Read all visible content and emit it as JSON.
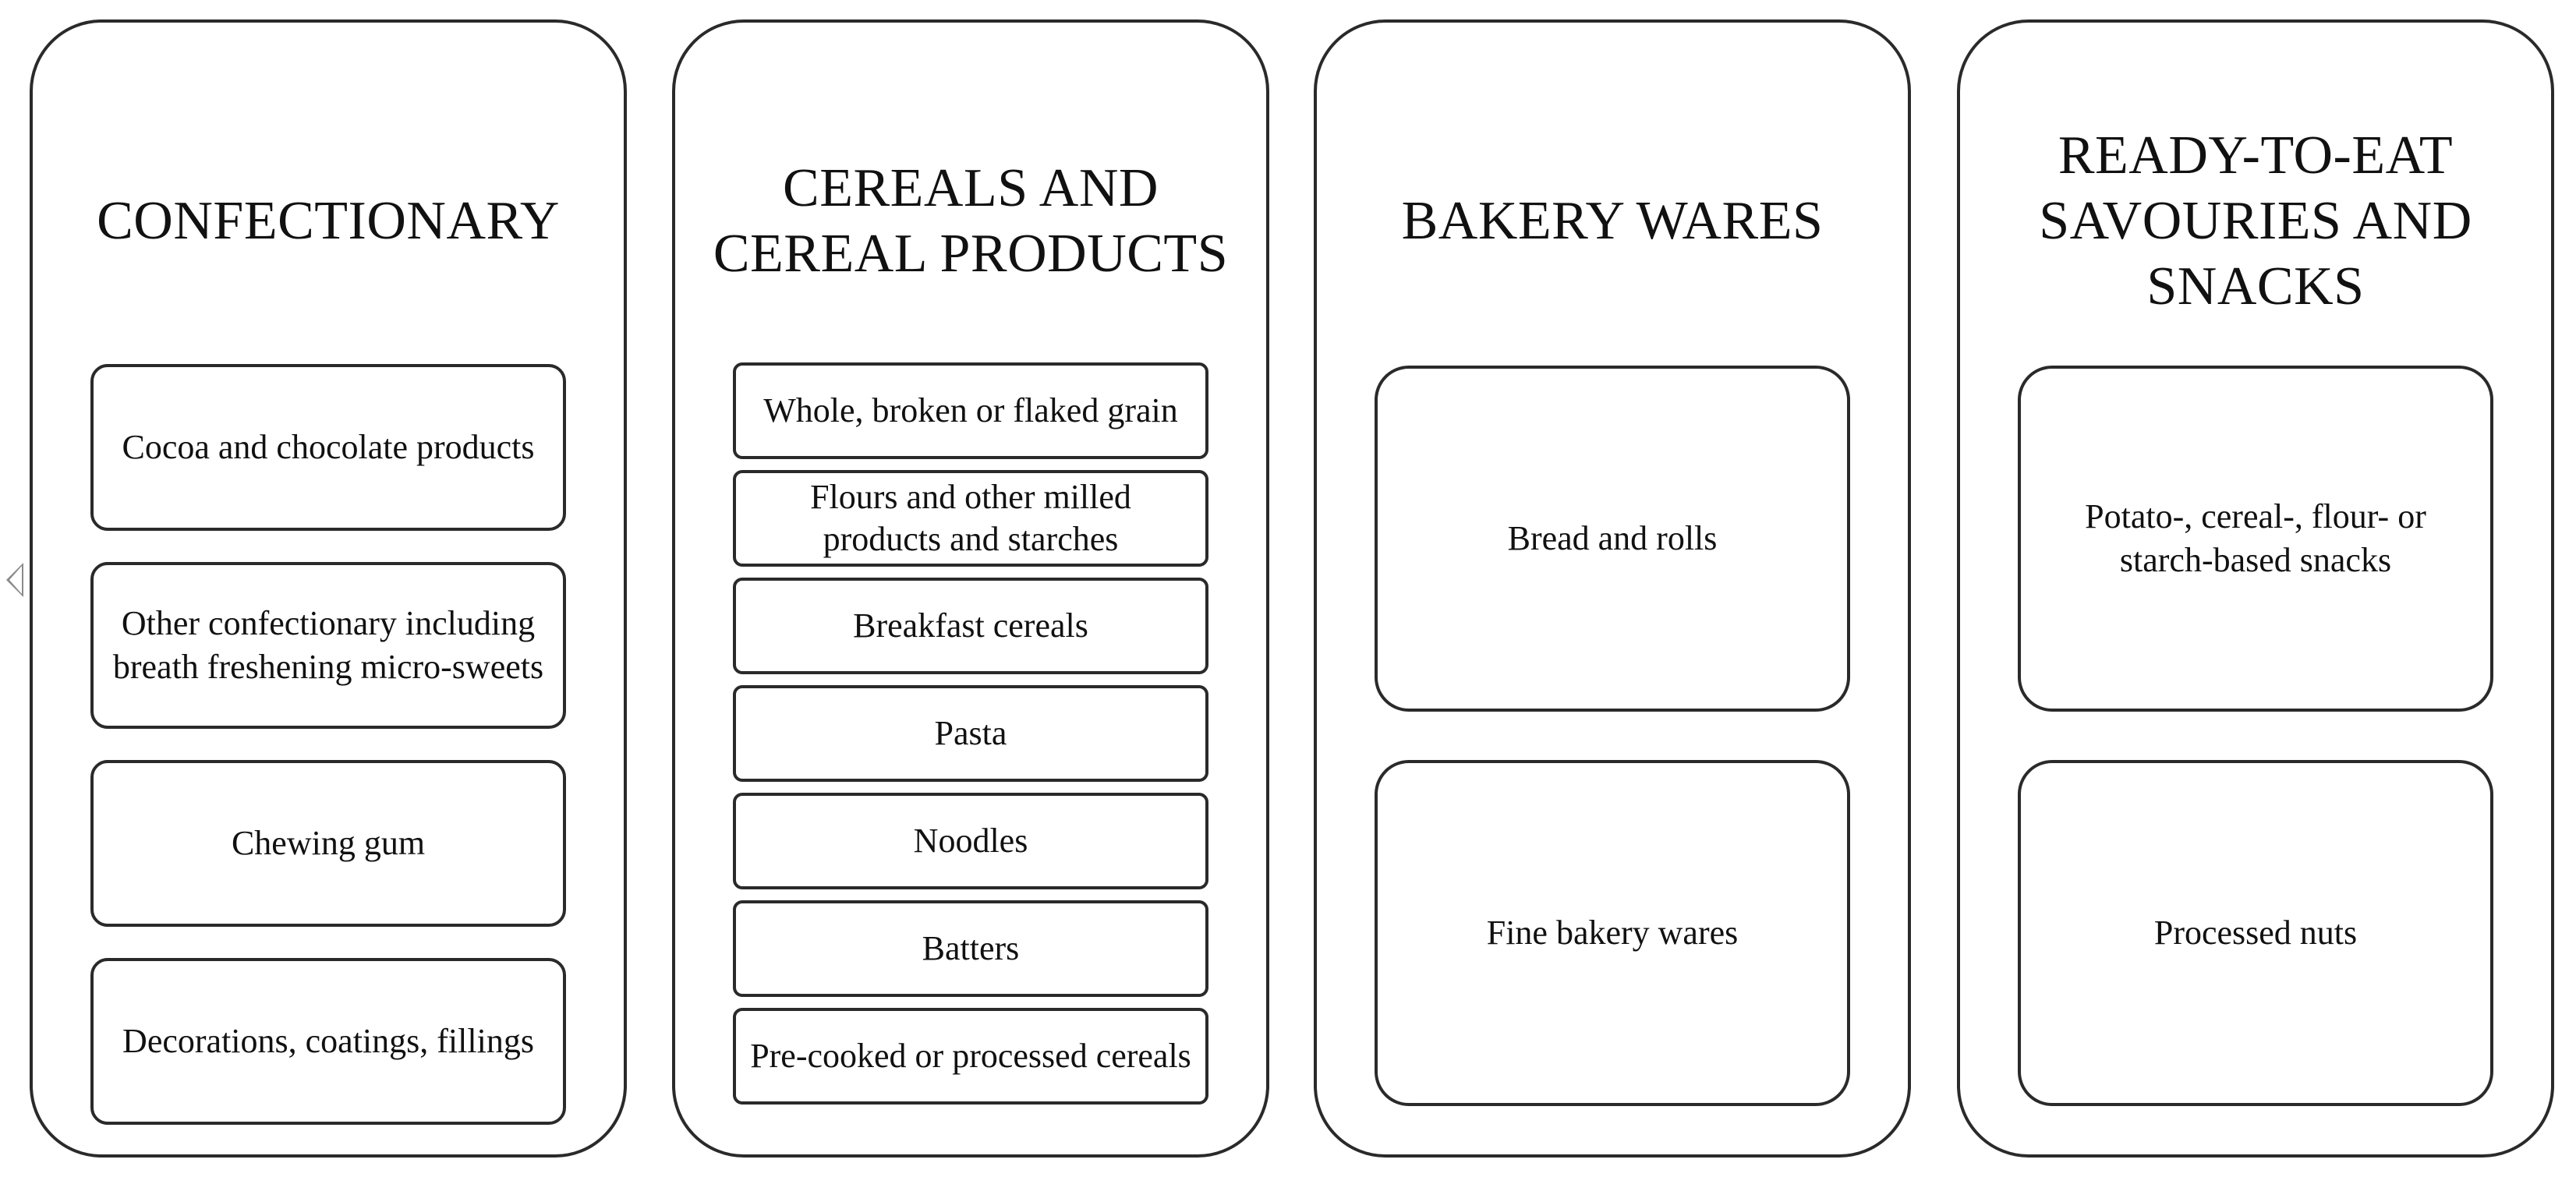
{
  "columns": [
    {
      "title": "CONFECTIONARY",
      "items": [
        "Cocoa and chocolate products",
        "Other confectionary including breath freshening micro-sweets",
        "Chewing gum",
        "Decorations, coatings, fillings"
      ]
    },
    {
      "title": "CEREALS AND\nCEREAL PRODUCTS",
      "items": [
        "Whole, broken or flaked grain",
        "Flours and other milled products and starches",
        "Breakfast cereals",
        "Pasta",
        "Noodles",
        "Batters",
        "Pre-cooked or processed cereals"
      ]
    },
    {
      "title": "BAKERY WARES",
      "items": [
        "Bread and rolls",
        "Fine bakery wares"
      ]
    },
    {
      "title": "READY-TO-EAT\nSAVOURIES AND\nSNACKS",
      "items": [
        "Potato-, cereal-, flour- or starch-based snacks",
        "Processed nuts"
      ]
    }
  ],
  "colors": {
    "border": "#2a2a2a",
    "text": "#111111",
    "background": "#ffffff"
  }
}
